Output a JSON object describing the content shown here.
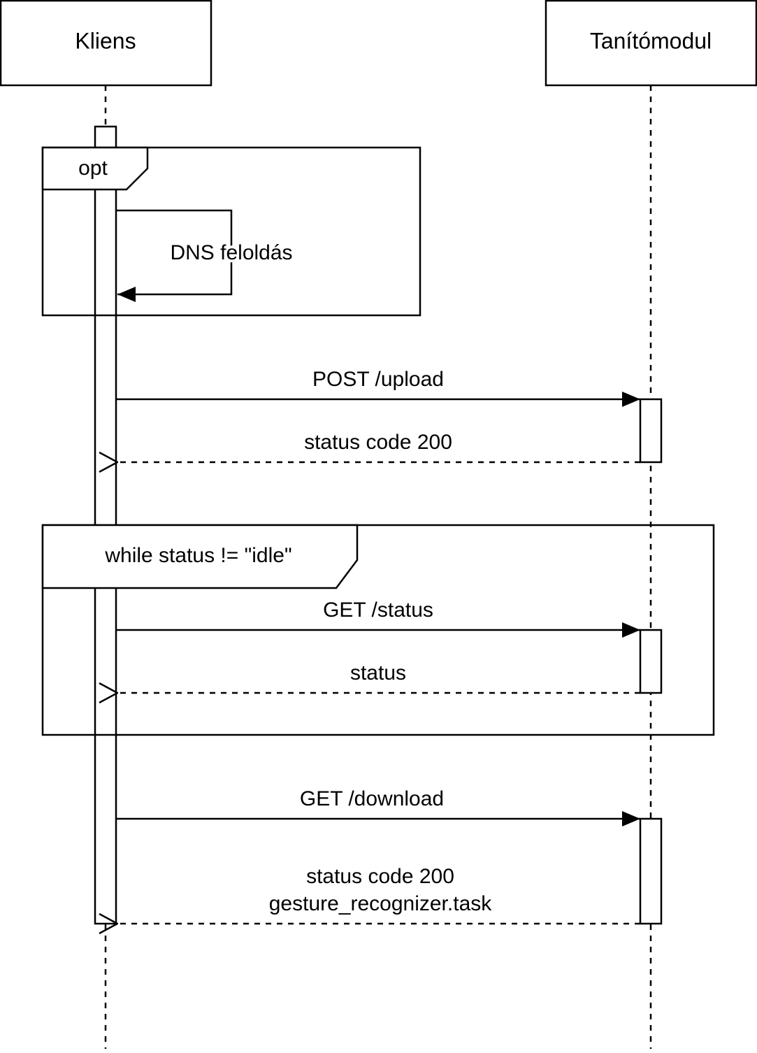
{
  "participants": [
    {
      "id": "client",
      "label": "Kliens"
    },
    {
      "id": "trainer",
      "label": "Tanítómodul"
    }
  ],
  "frames": [
    {
      "id": "opt",
      "operator": "opt"
    },
    {
      "id": "loop",
      "operator": "while status != \"idle\""
    }
  ],
  "messages": [
    {
      "id": "dns",
      "from": "client",
      "to": "client",
      "kind": "self",
      "lines": [
        "DNS feloldás"
      ]
    },
    {
      "id": "upload",
      "from": "client",
      "to": "trainer",
      "kind": "sync",
      "lines": [
        "POST /upload"
      ]
    },
    {
      "id": "upload-reply",
      "from": "trainer",
      "to": "client",
      "kind": "reply",
      "lines": [
        "status code 200"
      ]
    },
    {
      "id": "status",
      "from": "client",
      "to": "trainer",
      "kind": "sync",
      "lines": [
        "GET /status"
      ]
    },
    {
      "id": "status-reply",
      "from": "trainer",
      "to": "client",
      "kind": "reply",
      "lines": [
        "status"
      ]
    },
    {
      "id": "download",
      "from": "client",
      "to": "trainer",
      "kind": "sync",
      "lines": [
        "GET /download"
      ]
    },
    {
      "id": "download-reply",
      "from": "trainer",
      "to": "client",
      "kind": "reply",
      "lines": [
        "status code 200",
        "gesture_recognizer.task"
      ]
    }
  ],
  "colors": {
    "stroke": "#000000",
    "fill": "#ffffff"
  }
}
